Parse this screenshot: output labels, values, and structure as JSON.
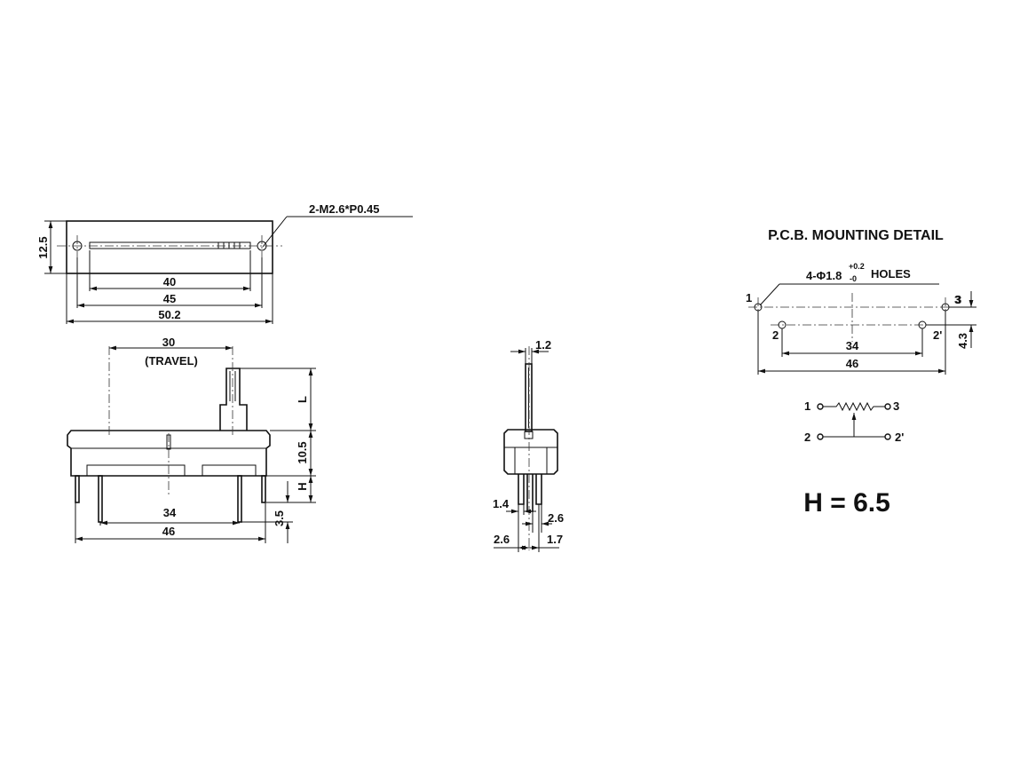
{
  "top_view": {
    "thread_label": "2-M2.6*P0.45",
    "height_dim": "12.5",
    "dims": [
      "40",
      "45",
      "50.2"
    ]
  },
  "front_view": {
    "travel_value": "30",
    "travel_label": "(TRAVEL)",
    "lever_dim": "L",
    "body_dim": "10.5",
    "h_dim": "H",
    "pin_dim": "3.5",
    "pin_span_inner": "34",
    "pin_span_outer": "46"
  },
  "side_view": {
    "lever_width": "1.2",
    "dim_1_4": "1.4",
    "dim_2_6_right": "2.6",
    "dim_2_6_bottom": "2.6",
    "dim_1_7": "1.7"
  },
  "pcb_detail": {
    "title": "P.C.B. MOUNTING DETAIL",
    "holes_prefix": "4-Φ1.8",
    "tol_upper": "+0.2",
    "tol_lower": "-0",
    "holes_suffix": "HOLES",
    "pin_labels": {
      "p1": "1",
      "p2": "2",
      "p3": "3",
      "p2p": "2'"
    },
    "offset_3": "3",
    "offset_4_3": "4.3",
    "span_34": "34",
    "span_46": "46"
  },
  "schematic": {
    "t1": "1",
    "t2": "2",
    "t3": "3",
    "t2p": "2'"
  },
  "h_value": "H = 6.5",
  "icons": [
    "resistor-symbol-icon",
    "wiper-arrow-icon"
  ]
}
